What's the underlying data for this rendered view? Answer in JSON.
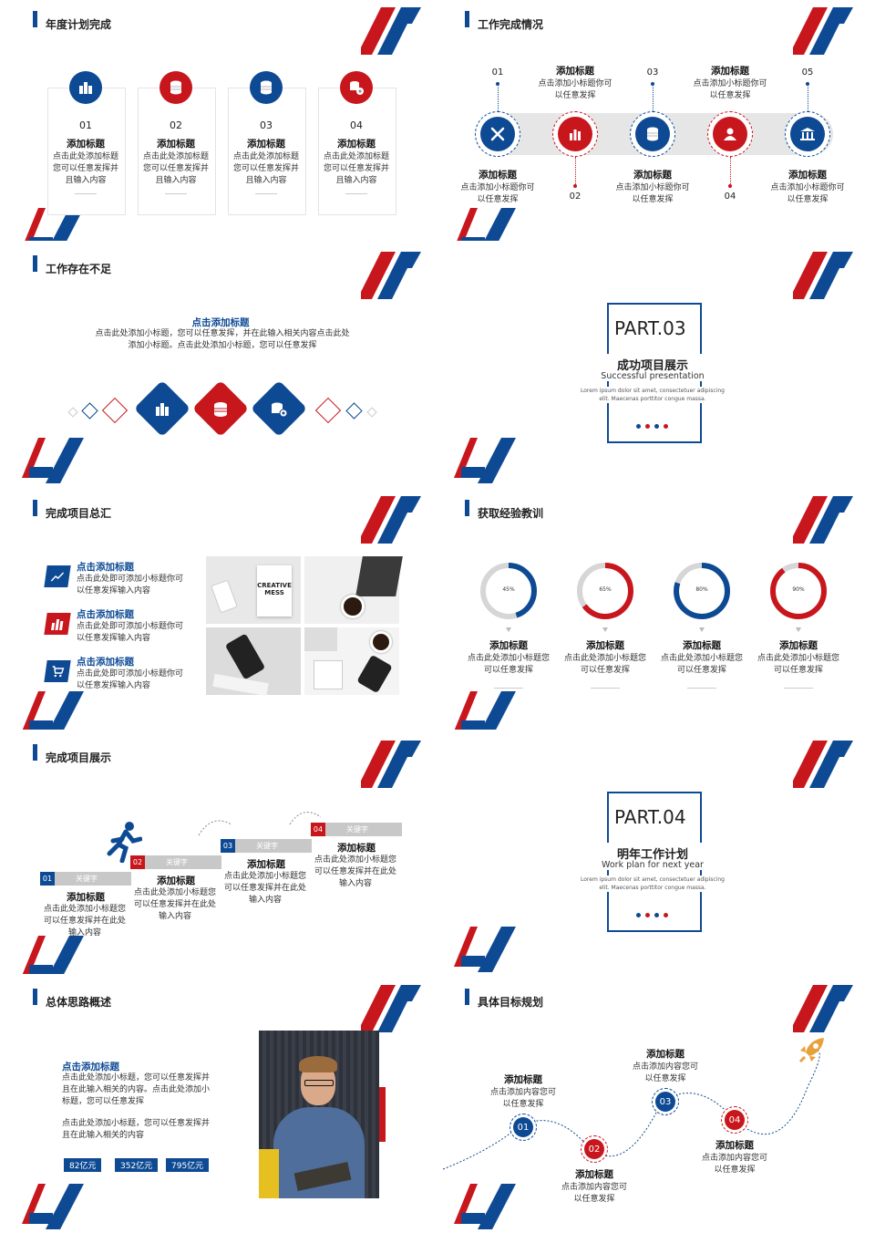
{
  "colors": {
    "blue": "#0e4a94",
    "red": "#c8161d",
    "gray": "#c8c8c8",
    "orange": "#e8a13a"
  },
  "s1": {
    "title": "年度计划完成",
    "cards": [
      {
        "num": "01",
        "heading": "添加标题",
        "text": "点击此处添加标题您可以任意发挥并且输入内容",
        "icon": "building-icon",
        "color": "blue"
      },
      {
        "num": "02",
        "heading": "添加标题",
        "text": "点击此处添加标题您可以任意发挥并且输入内容",
        "icon": "database-icon",
        "color": "red"
      },
      {
        "num": "03",
        "heading": "添加标题",
        "text": "点击此处添加标题您可以任意发挥并且输入内容",
        "icon": "database-icon",
        "color": "blue"
      },
      {
        "num": "04",
        "heading": "添加标题",
        "text": "点击此处添加标题您可以任意发挥并且输入内容",
        "icon": "database-gear-icon",
        "color": "red"
      }
    ]
  },
  "s2": {
    "title": "工作完成情况",
    "nodes": [
      {
        "num": "01",
        "heading": "添加标题",
        "text": "点击添加小标题你可以任意发挥",
        "icon": "tools-icon",
        "color": "blue"
      },
      {
        "num": "02",
        "heading": "添加标题",
        "text": "点击添加小标题你可以任意发挥",
        "icon": "bar-chart-icon",
        "color": "red"
      },
      {
        "num": "03",
        "heading": "添加标题",
        "text": "点击添加小标题你可以任意发挥",
        "icon": "database-icon",
        "color": "blue"
      },
      {
        "num": "04",
        "heading": "添加标题",
        "text": "点击添加小标题你可以任意发挥",
        "icon": "users-icon",
        "color": "red"
      },
      {
        "num": "05",
        "heading": "添加标题",
        "text": "点击添加小标题你可以任意发挥",
        "icon": "bank-icon",
        "color": "blue"
      }
    ]
  },
  "s3": {
    "title": "工作存在不足",
    "heading": "点击添加标题",
    "text": "点击此处添加小标题，您可以任意发挥，并在此输入相关内容点击此处添加小标题。点击此处添加小标题，您可以任意发挥"
  },
  "s4": {
    "part": "PART.03",
    "heading": "成功项目展示",
    "sub": "Successful presentation",
    "lorem": "Lorem ipsum dolor sit amet, consectetuer adipiscing elit. Maecenas porttitor congue massa."
  },
  "s5": {
    "title": "完成项目总汇",
    "items": [
      {
        "heading": "点击添加标题",
        "text": "点击此处即可添加小标题你可以任意发挥输入内容",
        "icon": "line-chart-icon",
        "color": "blue"
      },
      {
        "heading": "点击添加标题",
        "text": "点击此处即可添加小标题你可以任意发挥输入内容",
        "icon": "bar-chart-icon",
        "color": "red"
      },
      {
        "heading": "点击添加标题",
        "text": "点击此处即可添加小标题你可以任意发挥输入内容",
        "icon": "cart-icon",
        "color": "blue"
      }
    ],
    "photo_text": "CREATIVE MESS"
  },
  "s6": {
    "title": "获取经验教训",
    "rings": [
      {
        "pct": "45%",
        "value": 0.45,
        "color": "blue",
        "heading": "添加标题",
        "text": "点击此处添加小标题您可以任意发挥"
      },
      {
        "pct": "65%",
        "value": 0.65,
        "color": "red",
        "heading": "添加标题",
        "text": "点击此处添加小标题您可以任意发挥"
      },
      {
        "pct": "80%",
        "value": 0.8,
        "color": "blue",
        "heading": "添加标题",
        "text": "点击此处添加小标题您可以任意发挥"
      },
      {
        "pct": "90%",
        "value": 0.9,
        "color": "red",
        "heading": "添加标题",
        "text": "点击此处添加小标题您可以任意发挥"
      }
    ]
  },
  "s7": {
    "title": "完成项目展示",
    "steps": [
      {
        "num": "01",
        "kw": "关键字",
        "heading": "添加标题",
        "text": "点击此处添加小标题您可以任意发挥并在此处输入内容",
        "color": "blue"
      },
      {
        "num": "02",
        "kw": "关键字",
        "heading": "添加标题",
        "text": "点击此处添加小标题您可以任意发挥并在此处输入内容",
        "color": "red"
      },
      {
        "num": "03",
        "kw": "关键字",
        "heading": "添加标题",
        "text": "点击此处添加小标题您可以任意发挥并在此处输入内容",
        "color": "blue"
      },
      {
        "num": "04",
        "kw": "关键字",
        "heading": "添加标题",
        "text": "点击此处添加小标题您可以任意发挥并在此处输入内容",
        "color": "red"
      }
    ]
  },
  "s8": {
    "part": "PART.04",
    "heading": "明年工作计划",
    "sub": "Work plan for next year",
    "lorem": "Lorem ipsum dolor sit amet, consectetuer adipiscing elit. Maecenas porttitor congue massa."
  },
  "s9": {
    "title": "总体思路概述",
    "heading": "点击添加标题",
    "p1": "点击此处添加小标题，您可以任意发挥并且在此输入相关的内容。点击此处添加小标题，您可以任意发挥",
    "p2": "点击此处添加小标题，您可以任意发挥并且在此输入相关的内容",
    "stats": [
      "82亿元",
      "352亿元",
      "795亿元"
    ]
  },
  "s10": {
    "title": "具体目标规划",
    "points": [
      {
        "num": "01",
        "heading": "添加标题",
        "text": "点击添加内容您可以任意发挥",
        "color": "blue"
      },
      {
        "num": "02",
        "heading": "添加标题",
        "text": "点击添加内容您可以任意发挥",
        "color": "red"
      },
      {
        "num": "03",
        "heading": "添加标题",
        "text": "点击添加内容您可以任意发挥",
        "color": "blue"
      },
      {
        "num": "04",
        "heading": "添加标题",
        "text": "点击添加内容您可以任意发挥",
        "color": "red"
      }
    ],
    "rocket": "rocket-icon"
  }
}
